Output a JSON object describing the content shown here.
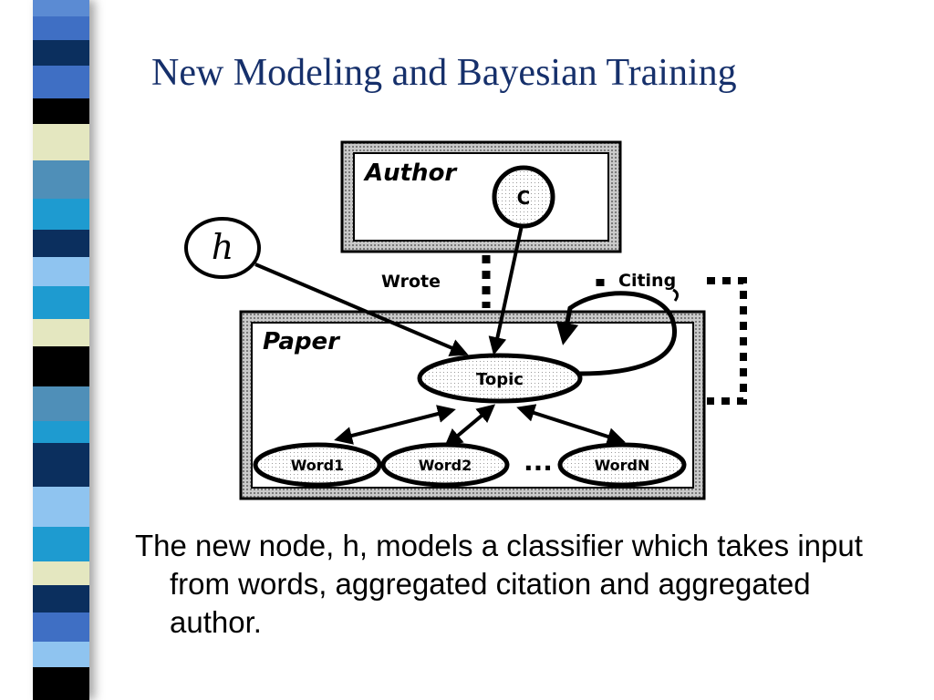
{
  "slide": {
    "title": "New Modeling and Bayesian Training",
    "body": "The new node, h, models a classifier which takes input from words, aggregated citation and aggregated author."
  },
  "stripes": [
    {
      "color": "#5b8bd3",
      "h": 18
    },
    {
      "color": "#3f6fc4",
      "h": 26
    },
    {
      "color": "#0b2f5e",
      "h": 28
    },
    {
      "color": "#3f6fc4",
      "h": 36
    },
    {
      "color": "#000000",
      "h": 28
    },
    {
      "color": "#e4e7c0",
      "h": 40
    },
    {
      "color": "#4f8fb8",
      "h": 42
    },
    {
      "color": "#1e9bd0",
      "h": 34
    },
    {
      "color": "#0b2f5e",
      "h": 30
    },
    {
      "color": "#8fc4f0",
      "h": 32
    },
    {
      "color": "#1e9bd0",
      "h": 36
    },
    {
      "color": "#e4e7c0",
      "h": 30
    },
    {
      "color": "#000000",
      "h": 44
    },
    {
      "color": "#4f8fb8",
      "h": 38
    },
    {
      "color": "#1e9bd0",
      "h": 24
    },
    {
      "color": "#0b2f5e",
      "h": 48
    },
    {
      "color": "#8fc4f0",
      "h": 44
    },
    {
      "color": "#1e9bd0",
      "h": 38
    },
    {
      "color": "#e4e7c0",
      "h": 26
    },
    {
      "color": "#0b2f5e",
      "h": 30
    },
    {
      "color": "#3f6fc4",
      "h": 32
    },
    {
      "color": "#8fc4f0",
      "h": 28
    },
    {
      "color": "#000000",
      "h": 36
    }
  ],
  "diagram": {
    "author_label": "Author",
    "paper_label": "Paper",
    "node_c": "C",
    "node_h": "h",
    "node_topic": "Topic",
    "words": [
      "Word1",
      "Word2",
      "WordN"
    ],
    "wrote_label": "Wrote",
    "citing_label": "Citing",
    "ellipsis": "..."
  }
}
